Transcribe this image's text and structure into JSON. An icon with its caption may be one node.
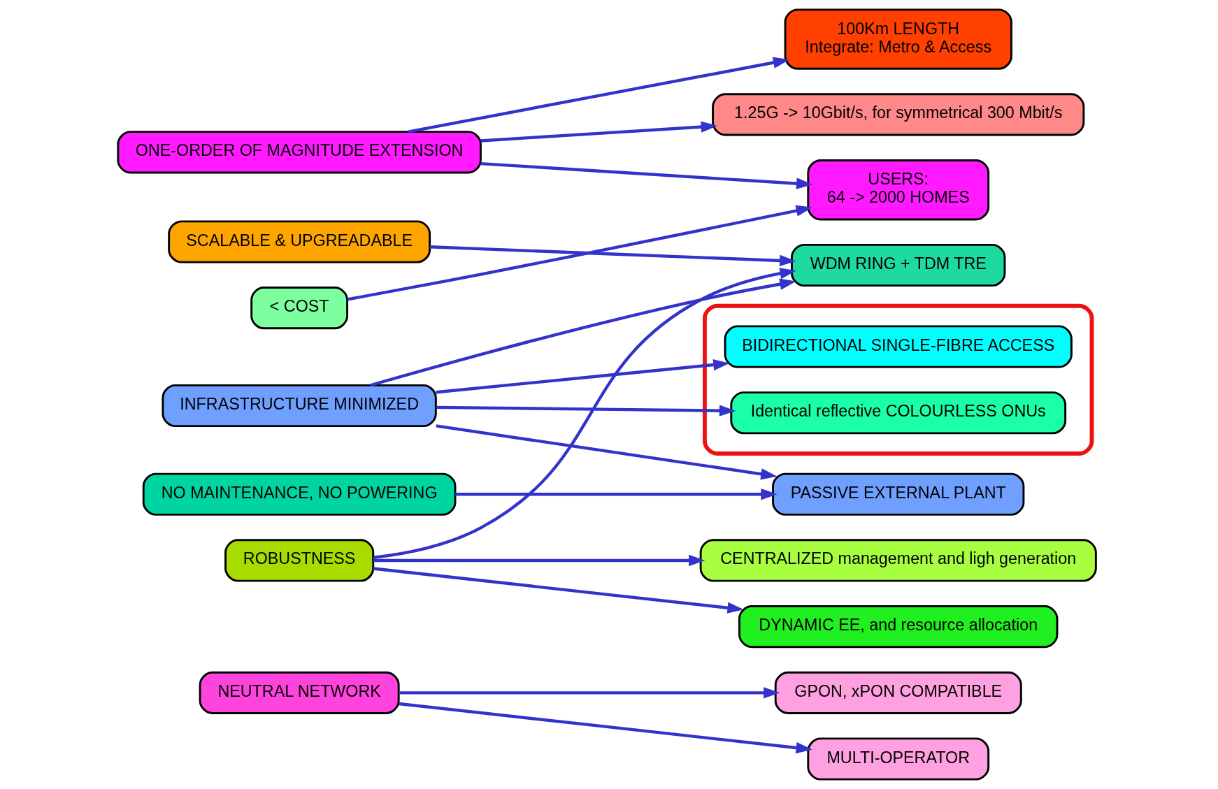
{
  "diagram": {
    "nodes": [
      {
        "text": [
          "ONE-ORDER OF MAGNITUDE EXTENSION"
        ]
      },
      {
        "text": [
          "SCALABLE & UPGREADABLE"
        ]
      },
      {
        "text": [
          "< COST"
        ]
      },
      {
        "text": [
          "INFRASTRUCTURE MINIMIZED"
        ]
      },
      {
        "text": [
          "NO MAINTENANCE, NO POWERING"
        ]
      },
      {
        "text": [
          "ROBUSTNESS"
        ]
      },
      {
        "text": [
          "NEUTRAL NETWORK"
        ]
      },
      {
        "text": [
          "USERS:",
          "64 -> 2000 HOMES"
        ]
      },
      {
        "text": [
          "100Km LENGTH",
          "Integrate: Metro & Access"
        ]
      },
      {
        "text": [
          "1.25G -> 10Gbit/s, for symmetrical 300 Mbit/s"
        ]
      },
      {
        "text": [
          "WDM RING + TDM TRE"
        ]
      },
      {
        "text": [
          "PASSIVE EXTERNAL PLANT"
        ]
      },
      {
        "text": [],
        "shape": "ellipse"
      },
      {
        "text": [
          "BIDIRECTIONAL SINGLE-FIBRE ACCESS"
        ],
        "in": 12
      },
      {
        "text": [
          "Identical reflective COLOURLESS ONUs"
        ],
        "in": 12
      },
      {
        "text": [
          "CENTRALIZED management and ligh generation"
        ]
      },
      {
        "text": [
          "DYNAMIC EE, and resource allocation"
        ]
      },
      {
        "text": [
          "GPON, xPON COMPATIBLE"
        ]
      },
      {
        "text": [
          "MULTI-OPERATOR"
        ]
      }
    ],
    "edges": [
      {
        "from": 0,
        "to": 7,
        "arrow": "to"
      },
      {
        "from": 0,
        "to": 8,
        "arrow": "to"
      },
      {
        "from": 0,
        "to": 9,
        "arrow": "to"
      },
      {
        "from": 1,
        "to": 10,
        "arrow": "to"
      },
      {
        "from": 2,
        "to": 7,
        "arrow": "to"
      },
      {
        "from": 3,
        "to": 10,
        "arrow": "to"
      },
      {
        "from": 3,
        "to": 11,
        "arrow": "to"
      },
      {
        "from": 3,
        "to": 13,
        "arrow": "to"
      },
      {
        "from": 3,
        "to": 14,
        "arrow": "to"
      },
      {
        "from": 4,
        "to": 11,
        "arrow": "to"
      },
      {
        "from": 5,
        "to": 10,
        "arrow": "to"
      },
      {
        "from": 5,
        "to": 15,
        "arrow": "to"
      },
      {
        "from": 5,
        "to": 16,
        "arrow": "to"
      },
      {
        "from": 6,
        "to": 17,
        "arrow": "to"
      },
      {
        "from": 6,
        "to": 18,
        "arrow": "to"
      }
    ]
  }
}
